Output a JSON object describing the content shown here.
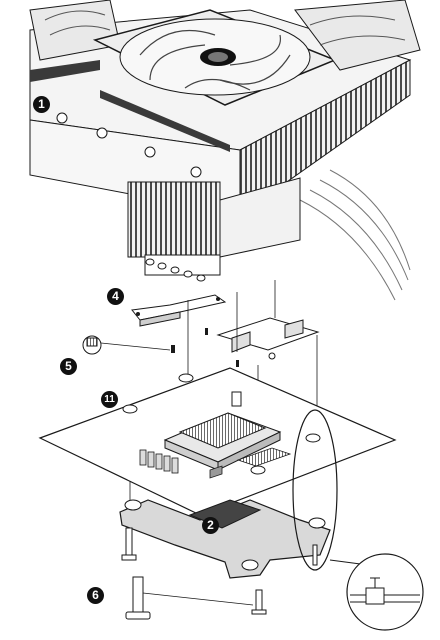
{
  "diagram": {
    "steps": [
      {
        "id": "step-1",
        "label": "1"
      },
      {
        "id": "step-2",
        "label": "2"
      },
      {
        "id": "step-4",
        "label": "4"
      },
      {
        "id": "step-5",
        "label": "5"
      },
      {
        "id": "step-6",
        "label": "6"
      },
      {
        "id": "step-11",
        "label": "11"
      }
    ],
    "colors": {
      "line": "#1a1a1a",
      "fan_frame": "#e6e6e6",
      "fin_dark": "#555555",
      "fin_light": "#9a9a9a",
      "board": "#ffffff",
      "metal": "#d8d8d8"
    }
  }
}
